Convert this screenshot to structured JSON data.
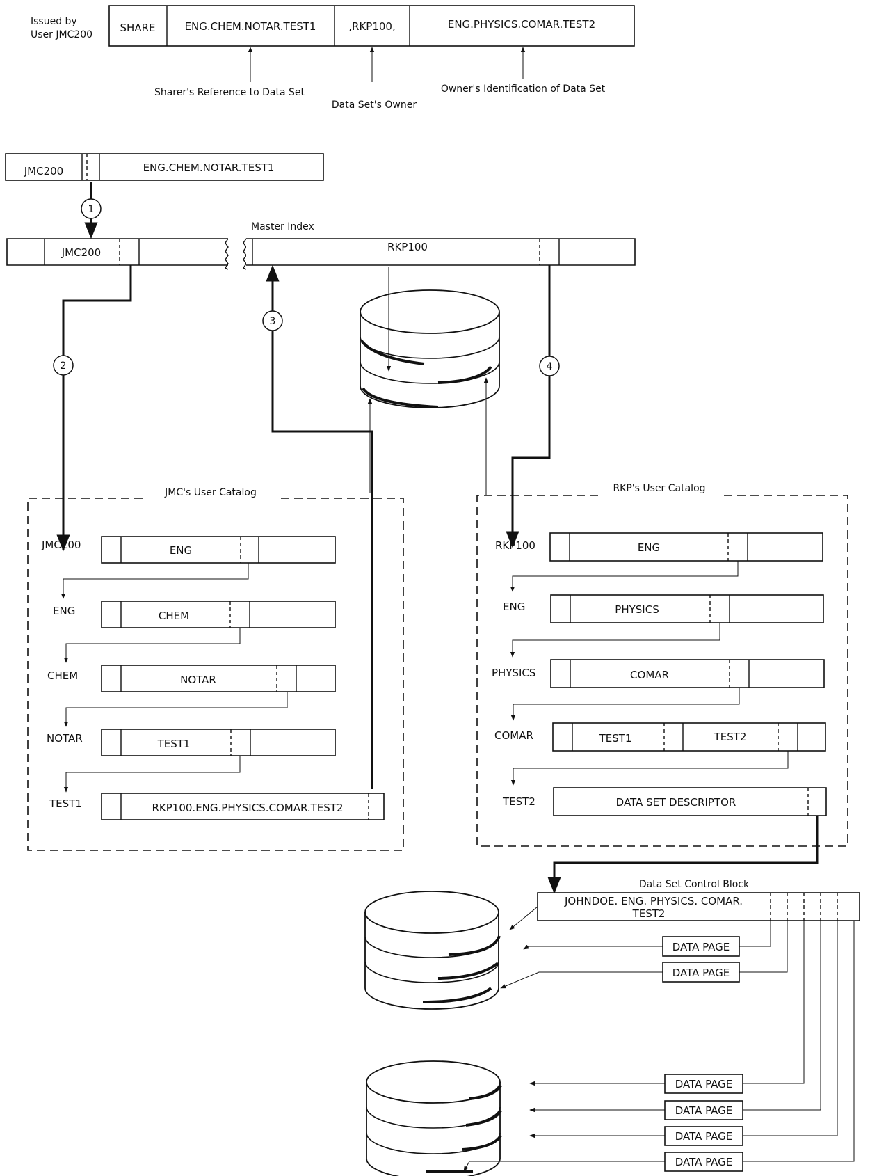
{
  "command": {
    "issued_by": [
      "Issued by",
      "User JMC200"
    ],
    "fields": [
      "SHARE",
      "ENG.CHEM.NOTAR.TEST1",
      ",RKP100,",
      "ENG.PHYSICS.COMAR.TEST2"
    ],
    "annotations": [
      "Sharer's Reference to Data Set",
      "Data Set's Owner",
      "Owner's Identification of Data Set"
    ]
  },
  "top_entry": {
    "user": "JMC200",
    "name": "ENG.CHEM.NOTAR.TEST1"
  },
  "master_index": {
    "title": "Master Index",
    "left_entry": "JMC200",
    "right_entry": "RKP100"
  },
  "steps": [
    "1",
    "2",
    "3",
    "4"
  ],
  "jmc_catalog": {
    "title": "JMC's User Catalog",
    "rows": [
      {
        "label": "JMC200",
        "entry": "ENG"
      },
      {
        "label": "ENG",
        "entry": "CHEM"
      },
      {
        "label": "CHEM",
        "entry": "NOTAR"
      },
      {
        "label": "NOTAR",
        "entry": "TEST1"
      },
      {
        "label": "TEST1",
        "entry": "RKP100.ENG.PHYSICS.COMAR.TEST2"
      }
    ]
  },
  "rkp_catalog": {
    "title": "RKP's User Catalog",
    "rows": [
      {
        "label": "RKP100",
        "entry": "ENG"
      },
      {
        "label": "ENG",
        "entry": "PHYSICS"
      },
      {
        "label": "PHYSICS",
        "entry": "COMAR"
      },
      {
        "label": "COMAR",
        "entry": "TEST1",
        "entry2": "TEST2"
      },
      {
        "label": "TEST2",
        "entry": "DATA SET DESCRIPTOR"
      }
    ]
  },
  "dscb": {
    "title": "Data Set Control Block",
    "line1": "JOHNDOE. ENG. PHYSICS. COMAR.",
    "line2": "TEST2"
  },
  "data_pages": [
    "DATA PAGE",
    "DATA PAGE",
    "DATA PAGE",
    "DATA PAGE",
    "DATA PAGE",
    "DATA PAGE"
  ]
}
